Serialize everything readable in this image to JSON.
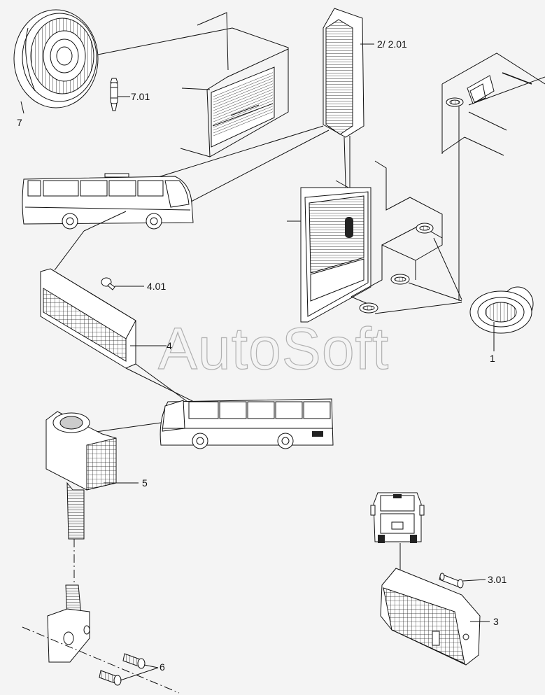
{
  "watermark": "AutoSoft",
  "labels": {
    "p7": "7",
    "p7_01": "7.01",
    "p2": "2/ 2.01",
    "p4_01": "4.01",
    "p4": "4",
    "p1": "1",
    "p5": "5",
    "p3_01": "3.01",
    "p3": "3",
    "p6": "6"
  }
}
